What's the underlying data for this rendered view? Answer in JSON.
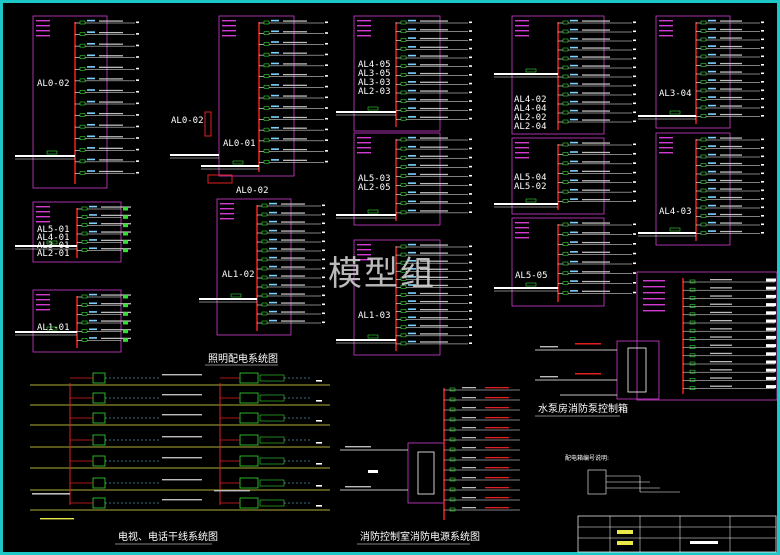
{
  "titles": {
    "lighting": "照明配电系统图",
    "pump": "水泵房消防泵控制箱",
    "tv": "电视、电话干线系统图",
    "fire": "消防控制室消防电源系统图",
    "panel_legend": "配电箱编号说明:"
  },
  "watermark": "模型组",
  "panels": {
    "al0_02": "AL0-02",
    "al0_02_left": "AL0-02",
    "al0_01": "AL0-01",
    "al0_02_bottom": "AL0-02",
    "al5_stack": [
      "AL5-01",
      "AL4-01",
      "AL3-01",
      "AL2-01"
    ],
    "al1_01": "AL1-01",
    "al1_02": "AL1-02",
    "al4_stack_mid": [
      "AL4-05",
      "AL3-05",
      "AL3-03",
      "AL2-03"
    ],
    "al5_stack_mid": [
      "AL5-03",
      "AL2-05"
    ],
    "al1_03": "AL1-03",
    "al4_stack_right": [
      "AL4-02",
      "AL4-04",
      "AL2-02",
      "AL2-04"
    ],
    "al5_right": [
      "AL5-04",
      "AL5-02"
    ],
    "al5_05": "AL5-05",
    "al3_04": "AL3-04",
    "al4_03": "AL4-03"
  },
  "colors": {
    "frame": "#1ec7c7",
    "panel_box": "#d23bd2",
    "bus": "#e02020",
    "breaker": "#33dd33",
    "wire": "#ffffff",
    "yellow": "#e8e84a",
    "cyan_text": "#7cd3ff"
  }
}
